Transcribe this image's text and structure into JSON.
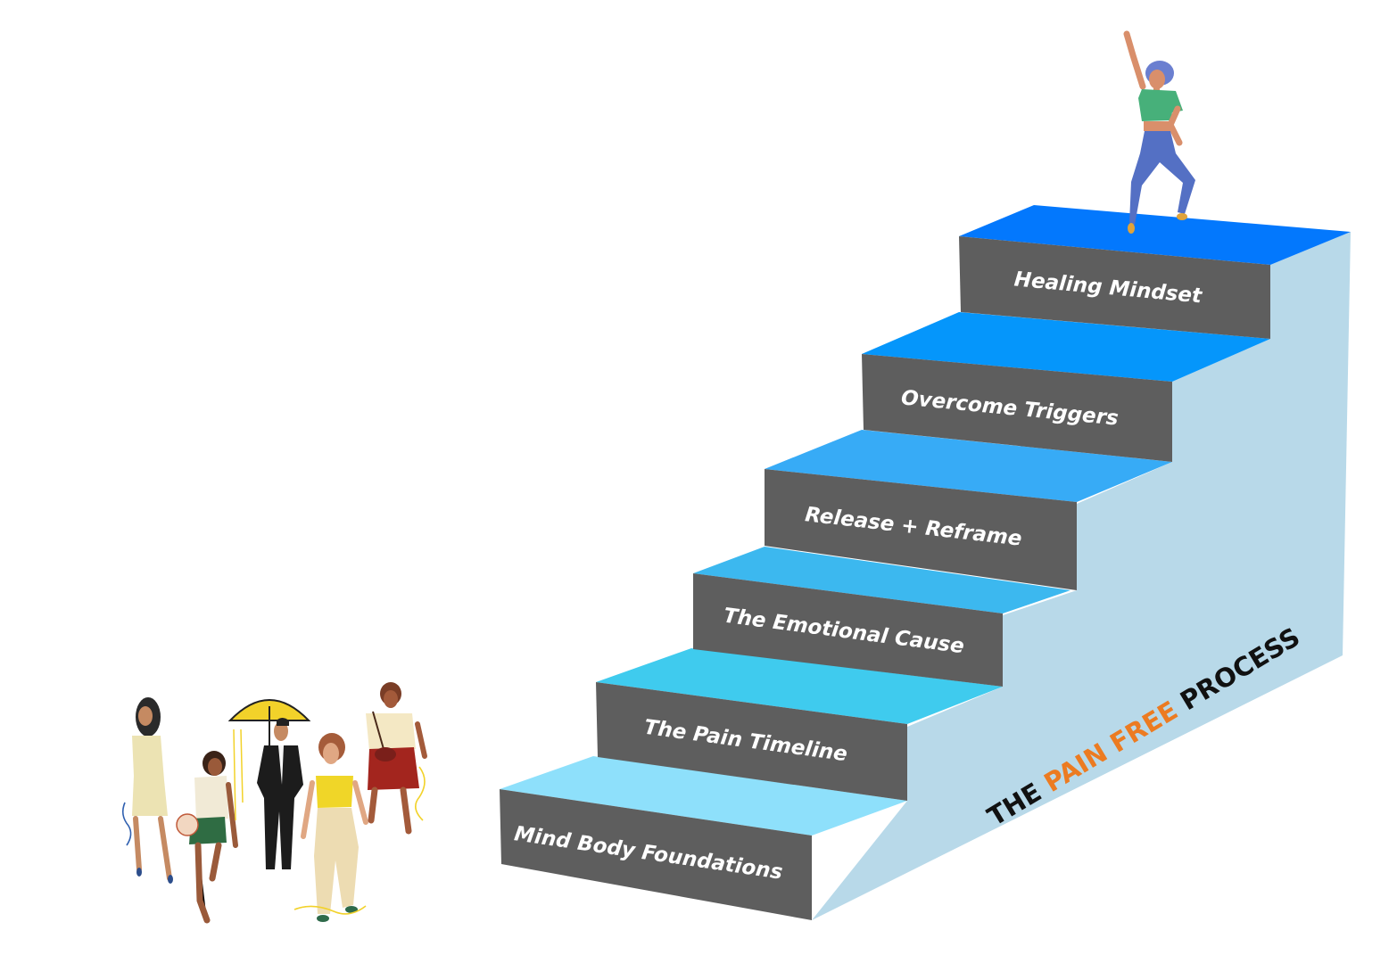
{
  "steps": [
    {
      "label": "Mind Body Foundations",
      "top_color": "#8ee0fb"
    },
    {
      "label": "The Pain Timeline",
      "top_color": "#3fcbee"
    },
    {
      "label": "The Emotional Cause",
      "top_color": "#3cb8ef"
    },
    {
      "label": "Release + Reframe",
      "top_color": "#37abf6"
    },
    {
      "label": "Overcome Triggers",
      "top_color": "#0596fb"
    },
    {
      "label": "Healing Mindset",
      "top_color": "#0378fd"
    }
  ],
  "title": {
    "part1": "THE ",
    "part2": "PAIN FREE",
    "part3": " PROCESS",
    "highlight_color": "#ec7b21",
    "text_color": "#111111"
  },
  "colors": {
    "riser": "#5e5e5e",
    "side": "#b8d9e9"
  },
  "illustrations": {
    "top_figure": "celebrating-woman-icon",
    "crowd": "walking-people-group-icon"
  }
}
